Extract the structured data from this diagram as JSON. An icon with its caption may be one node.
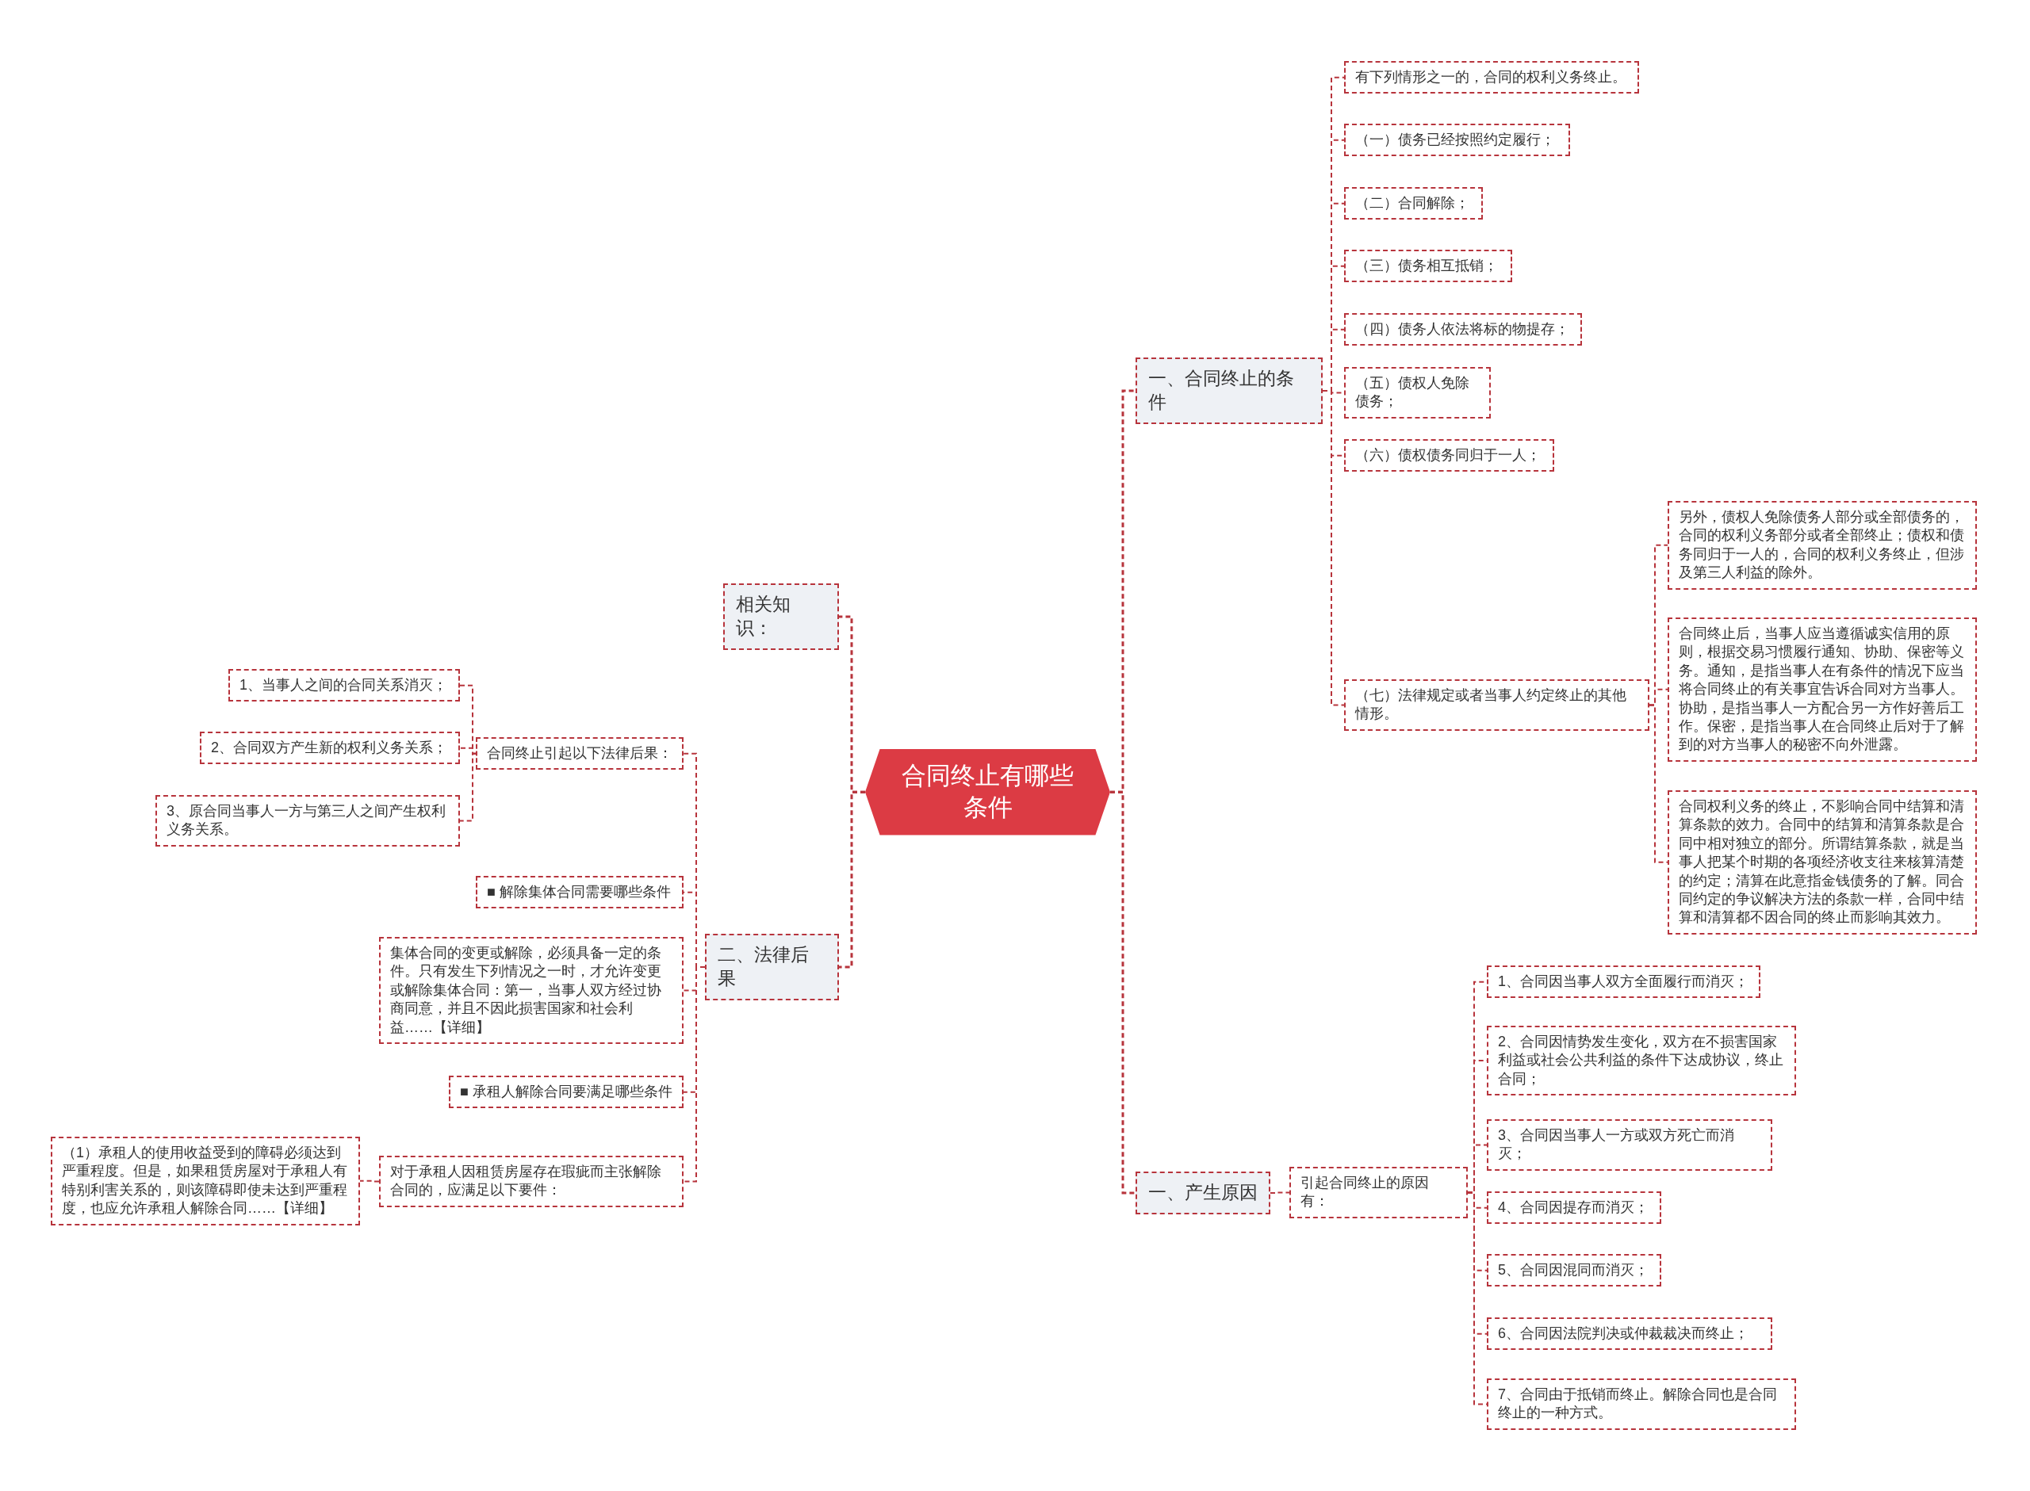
{
  "diagram": {
    "nodes": [
      {
        "text": [
          "合同终止有哪些条件"
        ]
      },
      {
        "text": [
          "一、合同终止的条件"
        ]
      },
      {
        "text": [
          "有下列情形之一的，合同的权利义务终止。"
        ]
      },
      {
        "text": [
          "（一）债务已经按照约定履行；"
        ]
      },
      {
        "text": [
          "（二）合同解除；"
        ]
      },
      {
        "text": [
          "（三）债务相互抵销；"
        ]
      },
      {
        "text": [
          "（四）债务人依法将标的物提存；"
        ]
      },
      {
        "text": [
          "（五）债权人免除债务；"
        ]
      },
      {
        "text": [
          "（六）债权债务同归于一人；"
        ]
      },
      {
        "text": [
          "（七）法律规定或者当事人约定终止的其他情形。"
        ]
      },
      {
        "text": [
          "另外，债权人免除债务人部分或全部债务的，合同的权利义务部分或者全部终止；债权和债务同归于一人的，合同的权利义务终止，但涉及第三人利益的除外。"
        ]
      },
      {
        "text": [
          "合同终止后，当事人应当遵循诚实信用的原则，根据交易习惯履行通知、协助、保密等义务。通知，是指当事人在有条件的情况下应当将合同终止的有关事宜告诉合同对方当事人。协助，是指当事人一方配合另一方作好善后工作。保密，是指当事人在合同终止后对于了解到的对方当事人的秘密不向外泄露。"
        ]
      },
      {
        "text": [
          "合同权利义务的终止，不影响合同中结算和清算条款的效力。合同中的结算和清算条款是合同中相对独立的部分。所谓结算条款，就是当事人把某个时期的各项经济收支往来核算清楚的约定；清算在此意指金钱债务的了解。同合同约定的争议解决方法的条款一样，合同中结算和清算都不因合同的终止而影响其效力。"
        ]
      },
      {
        "text": [
          "一、产生原因"
        ]
      },
      {
        "text": [
          "引起合同终止的原因有："
        ]
      },
      {
        "text": [
          "1、合同因当事人双方全面履行而消灭；"
        ]
      },
      {
        "text": [
          "2、合同因情势发生变化，双方在不损害国家利益或社会公共利益的条件下达成协议，终止合同；"
        ]
      },
      {
        "text": [
          "3、合同因当事人一方或双方死亡而消灭；"
        ]
      },
      {
        "text": [
          "4、合同因提存而消灭；"
        ]
      },
      {
        "text": [
          "5、合同因混同而消灭；"
        ]
      },
      {
        "text": [
          "6、合同因法院判决或仲裁裁决而终止；"
        ]
      },
      {
        "text": [
          "7、合同由于抵销而终止。解除合同也是合同终止的一种方式。"
        ]
      },
      {
        "text": [
          "相关知识："
        ]
      },
      {
        "text": [
          "二、法律后果"
        ]
      },
      {
        "text": [
          "合同终止引起以下法律后果："
        ]
      },
      {
        "text": [
          "1、当事人之间的合同关系消灭；"
        ]
      },
      {
        "text": [
          "2、合同双方产生新的权利义务关系；"
        ]
      },
      {
        "text": [
          "3、原合同当事人一方与第三人之间产生权利义务关系。"
        ]
      },
      {
        "text": [
          "■ 解除集体合同需要哪些条件"
        ]
      },
      {
        "text": [
          "集体合同的变更或解除，必须具备一定的条件。只有发生下列情况之一时，才允许变更或解除集体合同：第一，当事人双方经过协商同意，并且不因此损害国家和社会利益……【详细】"
        ]
      },
      {
        "text": [
          "■ 承租人解除合同要满足哪些条件"
        ]
      },
      {
        "text": [
          "对于承租人因租赁房屋存在瑕疵而主张解除合同的，应满足以下要件："
        ]
      },
      {
        "text": [
          "（1）承租人的使用收益受到的障碍必须达到严重程度。但是，如果租赁房屋对于承租人有特别利害关系的，则该障碍即使未达到严重程度，也应允许承租人解除合同……【详细】"
        ]
      }
    ],
    "edges": [
      {
        "from": 0,
        "to": 1,
        "arrow": "none"
      },
      {
        "from": 1,
        "to": 2,
        "arrow": "none"
      },
      {
        "from": 1,
        "to": 3,
        "arrow": "none"
      },
      {
        "from": 1,
        "to": 4,
        "arrow": "none"
      },
      {
        "from": 1,
        "to": 5,
        "arrow": "none"
      },
      {
        "from": 1,
        "to": 6,
        "arrow": "none"
      },
      {
        "from": 1,
        "to": 7,
        "arrow": "none"
      },
      {
        "from": 1,
        "to": 8,
        "arrow": "none"
      },
      {
        "from": 1,
        "to": 9,
        "arrow": "none"
      },
      {
        "from": 9,
        "to": 10,
        "arrow": "none"
      },
      {
        "from": 9,
        "to": 11,
        "arrow": "none"
      },
      {
        "from": 9,
        "to": 12,
        "arrow": "none"
      },
      {
        "from": 0,
        "to": 13,
        "arrow": "none"
      },
      {
        "from": 13,
        "to": 14,
        "arrow": "none"
      },
      {
        "from": 14,
        "to": 15,
        "arrow": "none"
      },
      {
        "from": 14,
        "to": 16,
        "arrow": "none"
      },
      {
        "from": 14,
        "to": 17,
        "arrow": "none"
      },
      {
        "from": 14,
        "to": 18,
        "arrow": "none"
      },
      {
        "from": 14,
        "to": 19,
        "arrow": "none"
      },
      {
        "from": 14,
        "to": 20,
        "arrow": "none"
      },
      {
        "from": 14,
        "to": 21,
        "arrow": "none"
      },
      {
        "from": 0,
        "to": 22,
        "arrow": "none"
      },
      {
        "from": 0,
        "to": 23,
        "arrow": "none"
      },
      {
        "from": 23,
        "to": 24,
        "arrow": "none"
      },
      {
        "from": 24,
        "to": 25,
        "arrow": "none"
      },
      {
        "from": 24,
        "to": 26,
        "arrow": "none"
      },
      {
        "from": 24,
        "to": 27,
        "arrow": "none"
      },
      {
        "from": 23,
        "to": 28,
        "arrow": "none"
      },
      {
        "from": 23,
        "to": 29,
        "arrow": "none"
      },
      {
        "from": 23,
        "to": 30,
        "arrow": "none"
      },
      {
        "from": 23,
        "to": 31,
        "arrow": "none"
      },
      {
        "from": 31,
        "to": 32,
        "arrow": "none"
      }
    ]
  }
}
